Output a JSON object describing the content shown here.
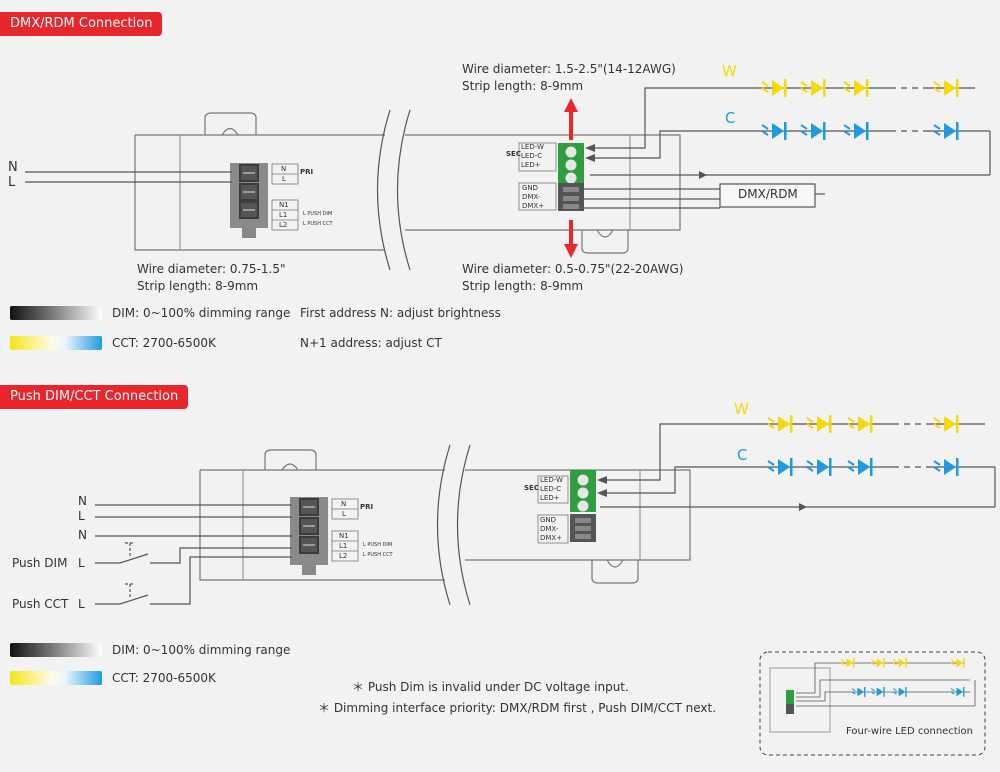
{
  "sections": {
    "dmx_title": "DMX/RDM Connection",
    "push_title": "Push DIM/CCT Connection"
  },
  "dmx": {
    "input_n": "N",
    "input_l": "L",
    "wire_top_1": "Wire diameter: 1.5-2.5\"(14-12AWG)",
    "wire_top_2": "Strip length: 8-9mm",
    "wire_left_1": "Wire diameter: 0.75-1.5\"",
    "wire_left_2": "Strip length: 8-9mm",
    "wire_bottom_1": "Wire diameter: 0.5-0.75\"(22-20AWG)",
    "wire_bottom_2": "Strip length: 8-9mm",
    "dmx_box": "DMX/RDM",
    "w_label": "W",
    "c_label": "C",
    "dim_legend": "DIM: 0~100% dimming range",
    "cct_legend": "CCT: 2700-6500K",
    "addr_n": "First address N: adjust brightness",
    "addr_n1": "N+1 address: adjust CT"
  },
  "push": {
    "n1": "N",
    "l1": "L",
    "n2": "N",
    "push_dim": "Push DIM",
    "push_dim_l": "L",
    "push_cct": "Push CCT",
    "push_cct_l": "L",
    "w_label": "W",
    "c_label": "C",
    "dim_legend": "DIM: 0~100% dimming range",
    "cct_legend": "CCT: 2700-6500K",
    "note1": "＊ Push Dim is invalid under DC voltage input.",
    "note2": "＊ Dimming interface priority: DMX/RDM first , Push DIM/CCT next.",
    "inset_caption": "Four-wire LED connection"
  },
  "terminals": {
    "pri": "PRI",
    "sec": "SEC",
    "pri_n": "N",
    "pri_l": "L",
    "n1": "N1",
    "l1": "L1",
    "l2": "L2",
    "push_dim_small": "L PUSH DIM",
    "push_cct_small": "L PUSH CCT",
    "led_w": "LED-W",
    "led_c": "LED-C",
    "led_plus": "LED+",
    "gnd": "GND",
    "dmx_minus": "DMX-",
    "dmx_plus": "DMX+"
  },
  "colors": {
    "warm": "#f5d90a",
    "cool": "#1e9be0",
    "terminal_green": "#2e9e3e",
    "banner_red": "#e8262b",
    "arrow_red": "#e8262b"
  }
}
